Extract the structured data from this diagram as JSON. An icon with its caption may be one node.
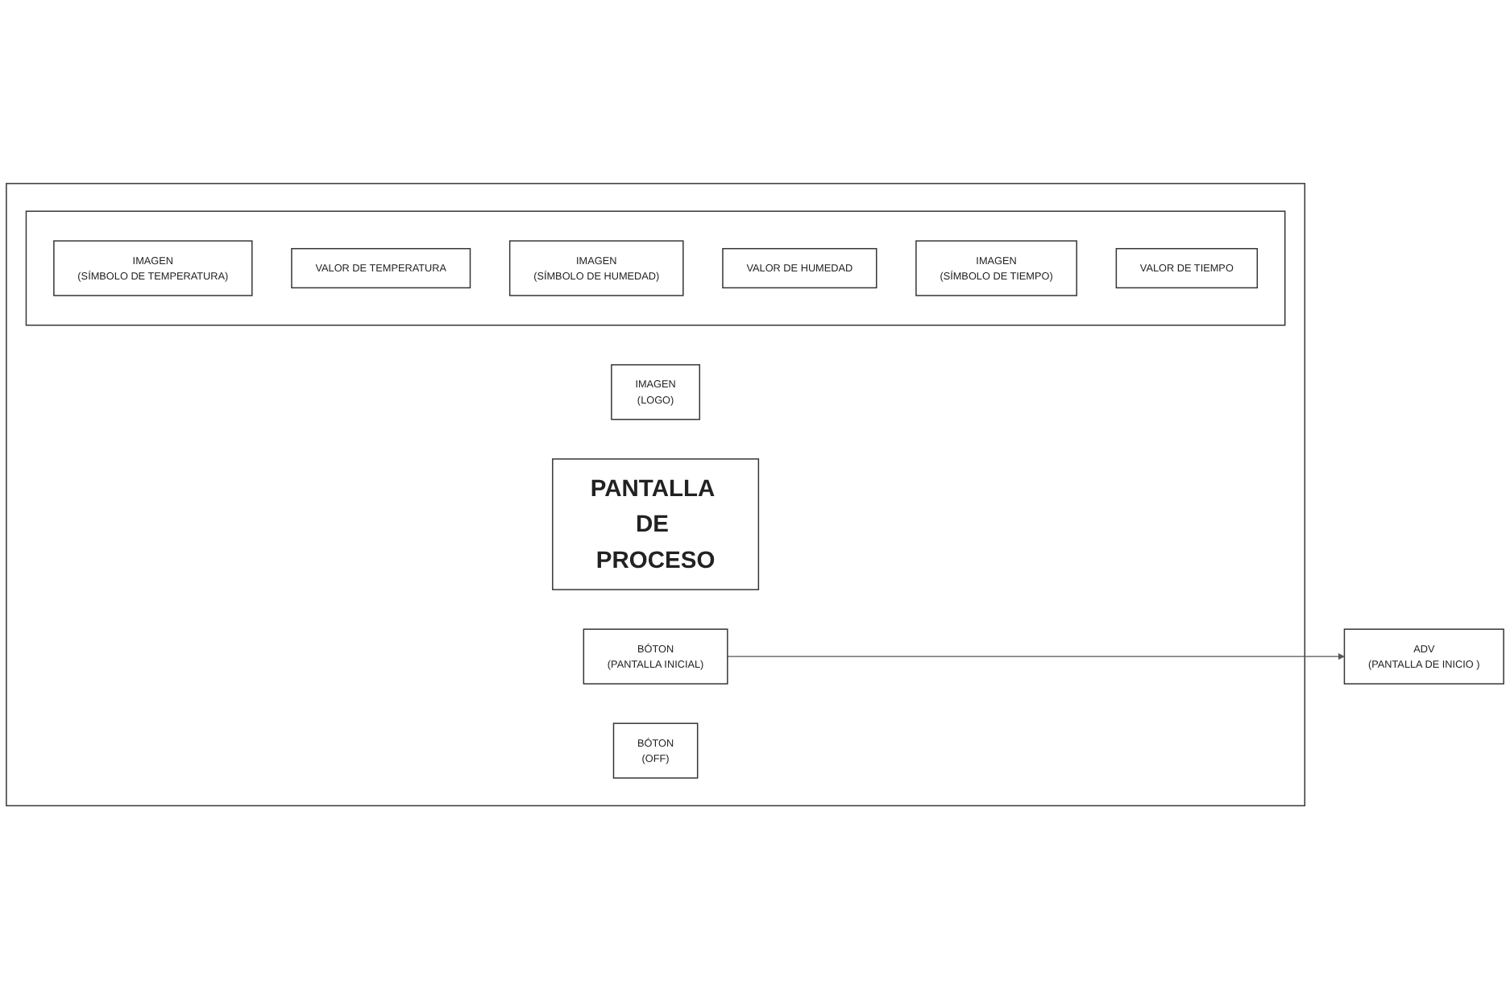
{
  "diagram": {
    "nodes": [
      {
        "text": [],
        "shape": "box"
      },
      {
        "text": [
          "IMAGEN",
          "(LOGO)"
        ],
        "in": 0
      },
      {
        "text": [
          "PANTALLA DE PROCESO"
        ],
        "in": 0
      },
      {
        "text": [],
        "shape": "box",
        "in": 0
      },
      {
        "text": [
          "IMAGEN",
          "(SÍMBOLO DE TEMPERATURA)"
        ],
        "in": 3
      },
      {
        "text": [
          "VALOR DE TEMPERATURA"
        ],
        "in": 3
      },
      {
        "text": [
          "IMAGEN",
          "(SÍMBOLO DE HUMEDAD)"
        ],
        "in": 3
      },
      {
        "text": [
          "VALOR DE HUMEDAD"
        ],
        "in": 3
      },
      {
        "text": [
          "IMAGEN",
          "(SÍMBOLO DE TIEMPO)"
        ],
        "in": 3
      },
      {
        "text": [
          "VALOR DE TIEMPO"
        ],
        "in": 3
      },
      {
        "text": [
          "BÓTON",
          "(PANTALLA INICIAL)"
        ],
        "in": 0
      },
      {
        "text": [
          "BÓTON",
          "(OFF)"
        ],
        "in": 0
      },
      {
        "text": [
          "ADV",
          "(PANTALLA DE INICIO )"
        ]
      }
    ],
    "edges": [
      {
        "from": 10,
        "to": 12,
        "arrow": "to"
      }
    ]
  }
}
